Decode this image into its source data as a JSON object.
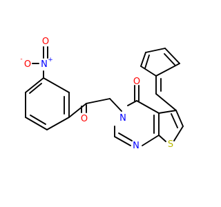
{
  "colors": {
    "bond": "#000000",
    "nitrogen": "#0000ff",
    "oxygen": "#ff0000",
    "sulfur": "#b8b800",
    "background": "#ffffff"
  },
  "atoms": {
    "nitro_n": {
      "symbol": "N",
      "charge": "+"
    },
    "nitro_o_minus": {
      "symbol": "O",
      "charge": "-"
    },
    "nitro_o": {
      "symbol": "O"
    },
    "ketone_o": {
      "symbol": "O"
    },
    "lactam_o": {
      "symbol": "O"
    },
    "ring_n3": {
      "symbol": "N"
    },
    "ring_n1": {
      "symbol": "N"
    },
    "ring_s": {
      "symbol": "S"
    }
  }
}
